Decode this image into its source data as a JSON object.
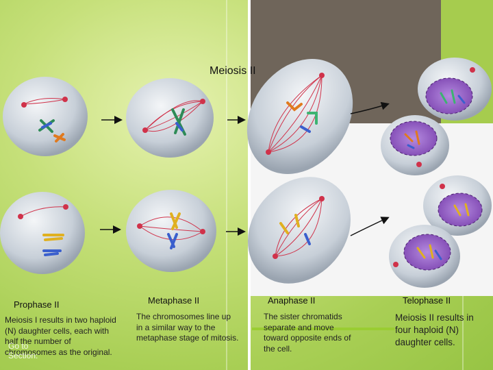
{
  "title": "Meiosis II",
  "stages": [
    {
      "label": "Prophase II",
      "text": "Meiosis I results in two haploid (N) daughter cells, each with half the number of chromosomes as the original."
    },
    {
      "label": "Metaphase II",
      "text": "The chromosomes line up in a similar way to the metaphase stage of mitosis."
    },
    {
      "label": "Anaphase II",
      "text": "The sister chromatids separate and move toward opposite ends of the cell."
    },
    {
      "label": "Telophase II",
      "text": "Meiosis II results in four haploid (N) daughter cells."
    }
  ],
  "goto": {
    "line1": "Go to",
    "line2": "Section:"
  },
  "colors": {
    "cell": "#c9d2dc",
    "spindle": "#d0324a",
    "nucleus": "#8a4fb5",
    "background": "#b5d665"
  }
}
